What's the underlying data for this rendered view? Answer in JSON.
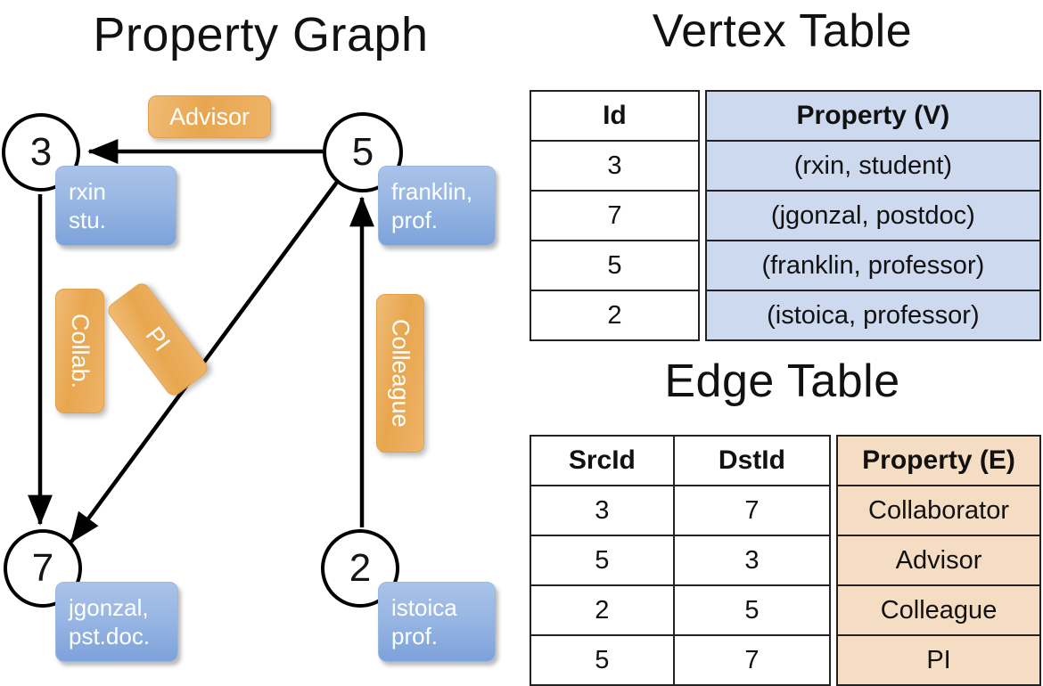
{
  "titles": {
    "property_graph": "Property Graph",
    "vertex_table": "Vertex Table",
    "edge_table": "Edge Table"
  },
  "graph": {
    "nodes": [
      {
        "id": "3",
        "label": "3",
        "property_lines": [
          "rxin",
          "stu."
        ]
      },
      {
        "id": "5",
        "label": "5",
        "property_lines": [
          "franklin,",
          "prof."
        ]
      },
      {
        "id": "7",
        "label": "7",
        "property_lines": [
          "jgonzal,",
          "pst.doc."
        ]
      },
      {
        "id": "2",
        "label": "2",
        "property_lines": [
          "istoica",
          "prof."
        ]
      }
    ],
    "edge_labels": [
      {
        "name": "advisor",
        "text": "Advisor",
        "orientation": "horizontal"
      },
      {
        "name": "collab",
        "text": "Collab.",
        "orientation": "vertical"
      },
      {
        "name": "pi",
        "text": "PI",
        "orientation": "vertical-rotated"
      },
      {
        "name": "colleague",
        "text": "Colleague",
        "orientation": "vertical"
      }
    ],
    "edges": [
      {
        "src": "5",
        "dst": "3",
        "label": "Advisor"
      },
      {
        "src": "3",
        "dst": "7",
        "label": "Collab."
      },
      {
        "src": "5",
        "dst": "7",
        "label": "PI"
      },
      {
        "src": "2",
        "dst": "5",
        "label": "Colleague"
      }
    ]
  },
  "vertex_table": {
    "headers": [
      "Id",
      "Property (V)"
    ],
    "rows": [
      {
        "id": "3",
        "property": "(rxin, student)"
      },
      {
        "id": "7",
        "property": "(jgonzal, postdoc)"
      },
      {
        "id": "5",
        "property": "(franklin, professor)"
      },
      {
        "id": "2",
        "property": "(istoica, professor)"
      }
    ]
  },
  "edge_table": {
    "headers": [
      "SrcId",
      "DstId",
      "Property (E)"
    ],
    "rows": [
      {
        "src": "3",
        "dst": "7",
        "property": "Collaborator"
      },
      {
        "src": "5",
        "dst": "3",
        "property": "Advisor"
      },
      {
        "src": "2",
        "dst": "5",
        "property": "Colleague"
      },
      {
        "src": "5",
        "dst": "7",
        "property": "PI"
      }
    ]
  },
  "colors": {
    "vertex_property_fill": "#ccd9ef",
    "edge_property_fill": "#f5ddc3",
    "node_box_blue": "#8fb0e0",
    "edge_label_orange": "#e8a64e",
    "stroke": "#000000"
  }
}
